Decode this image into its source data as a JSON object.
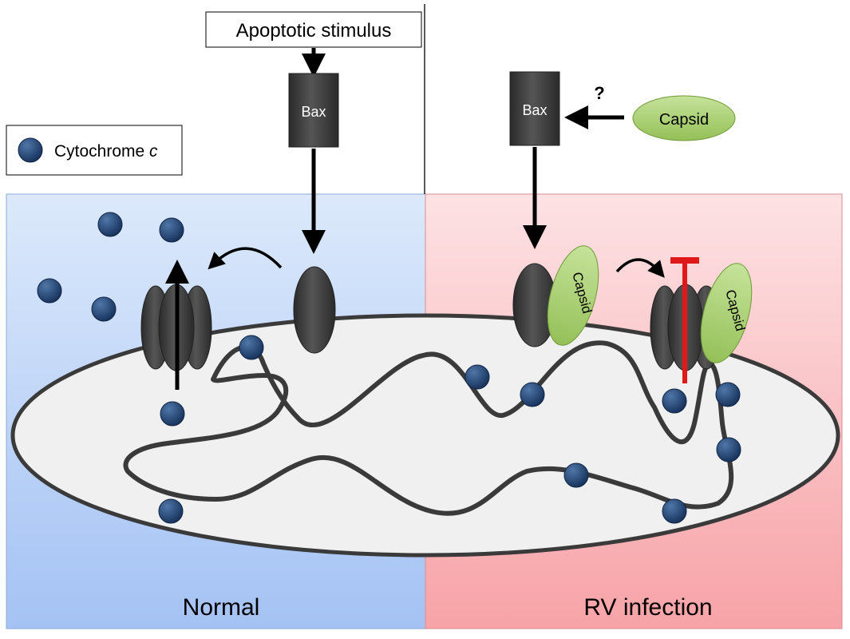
{
  "legend": {
    "label": "Cytochrome ",
    "label_italic": "c"
  },
  "stimulus_label": "Apoptotic stimulus",
  "bax_label": "Bax",
  "capsid_label": "Capsid",
  "question_mark": "?",
  "panels": {
    "left_label": "Normal",
    "right_label": "RV infection"
  },
  "colors": {
    "panel_left_top": "#dce9fb",
    "panel_left_bottom": "#a4c2f4",
    "panel_right_top": "#fde2e4",
    "panel_right_bottom": "#f7a3a7",
    "cytochrome": "#1d3f6e",
    "protein": "#3b3b3b",
    "capsid": "#a9cf6e",
    "inhibition": "#e0191b",
    "cristae": "#3a3a3a",
    "mito_fill": "#f0f0f0"
  },
  "icons": {
    "arrow": "arrow-icon",
    "curved_arrow": "curved-arrow-icon",
    "inhibition": "inhibition-t-icon"
  }
}
